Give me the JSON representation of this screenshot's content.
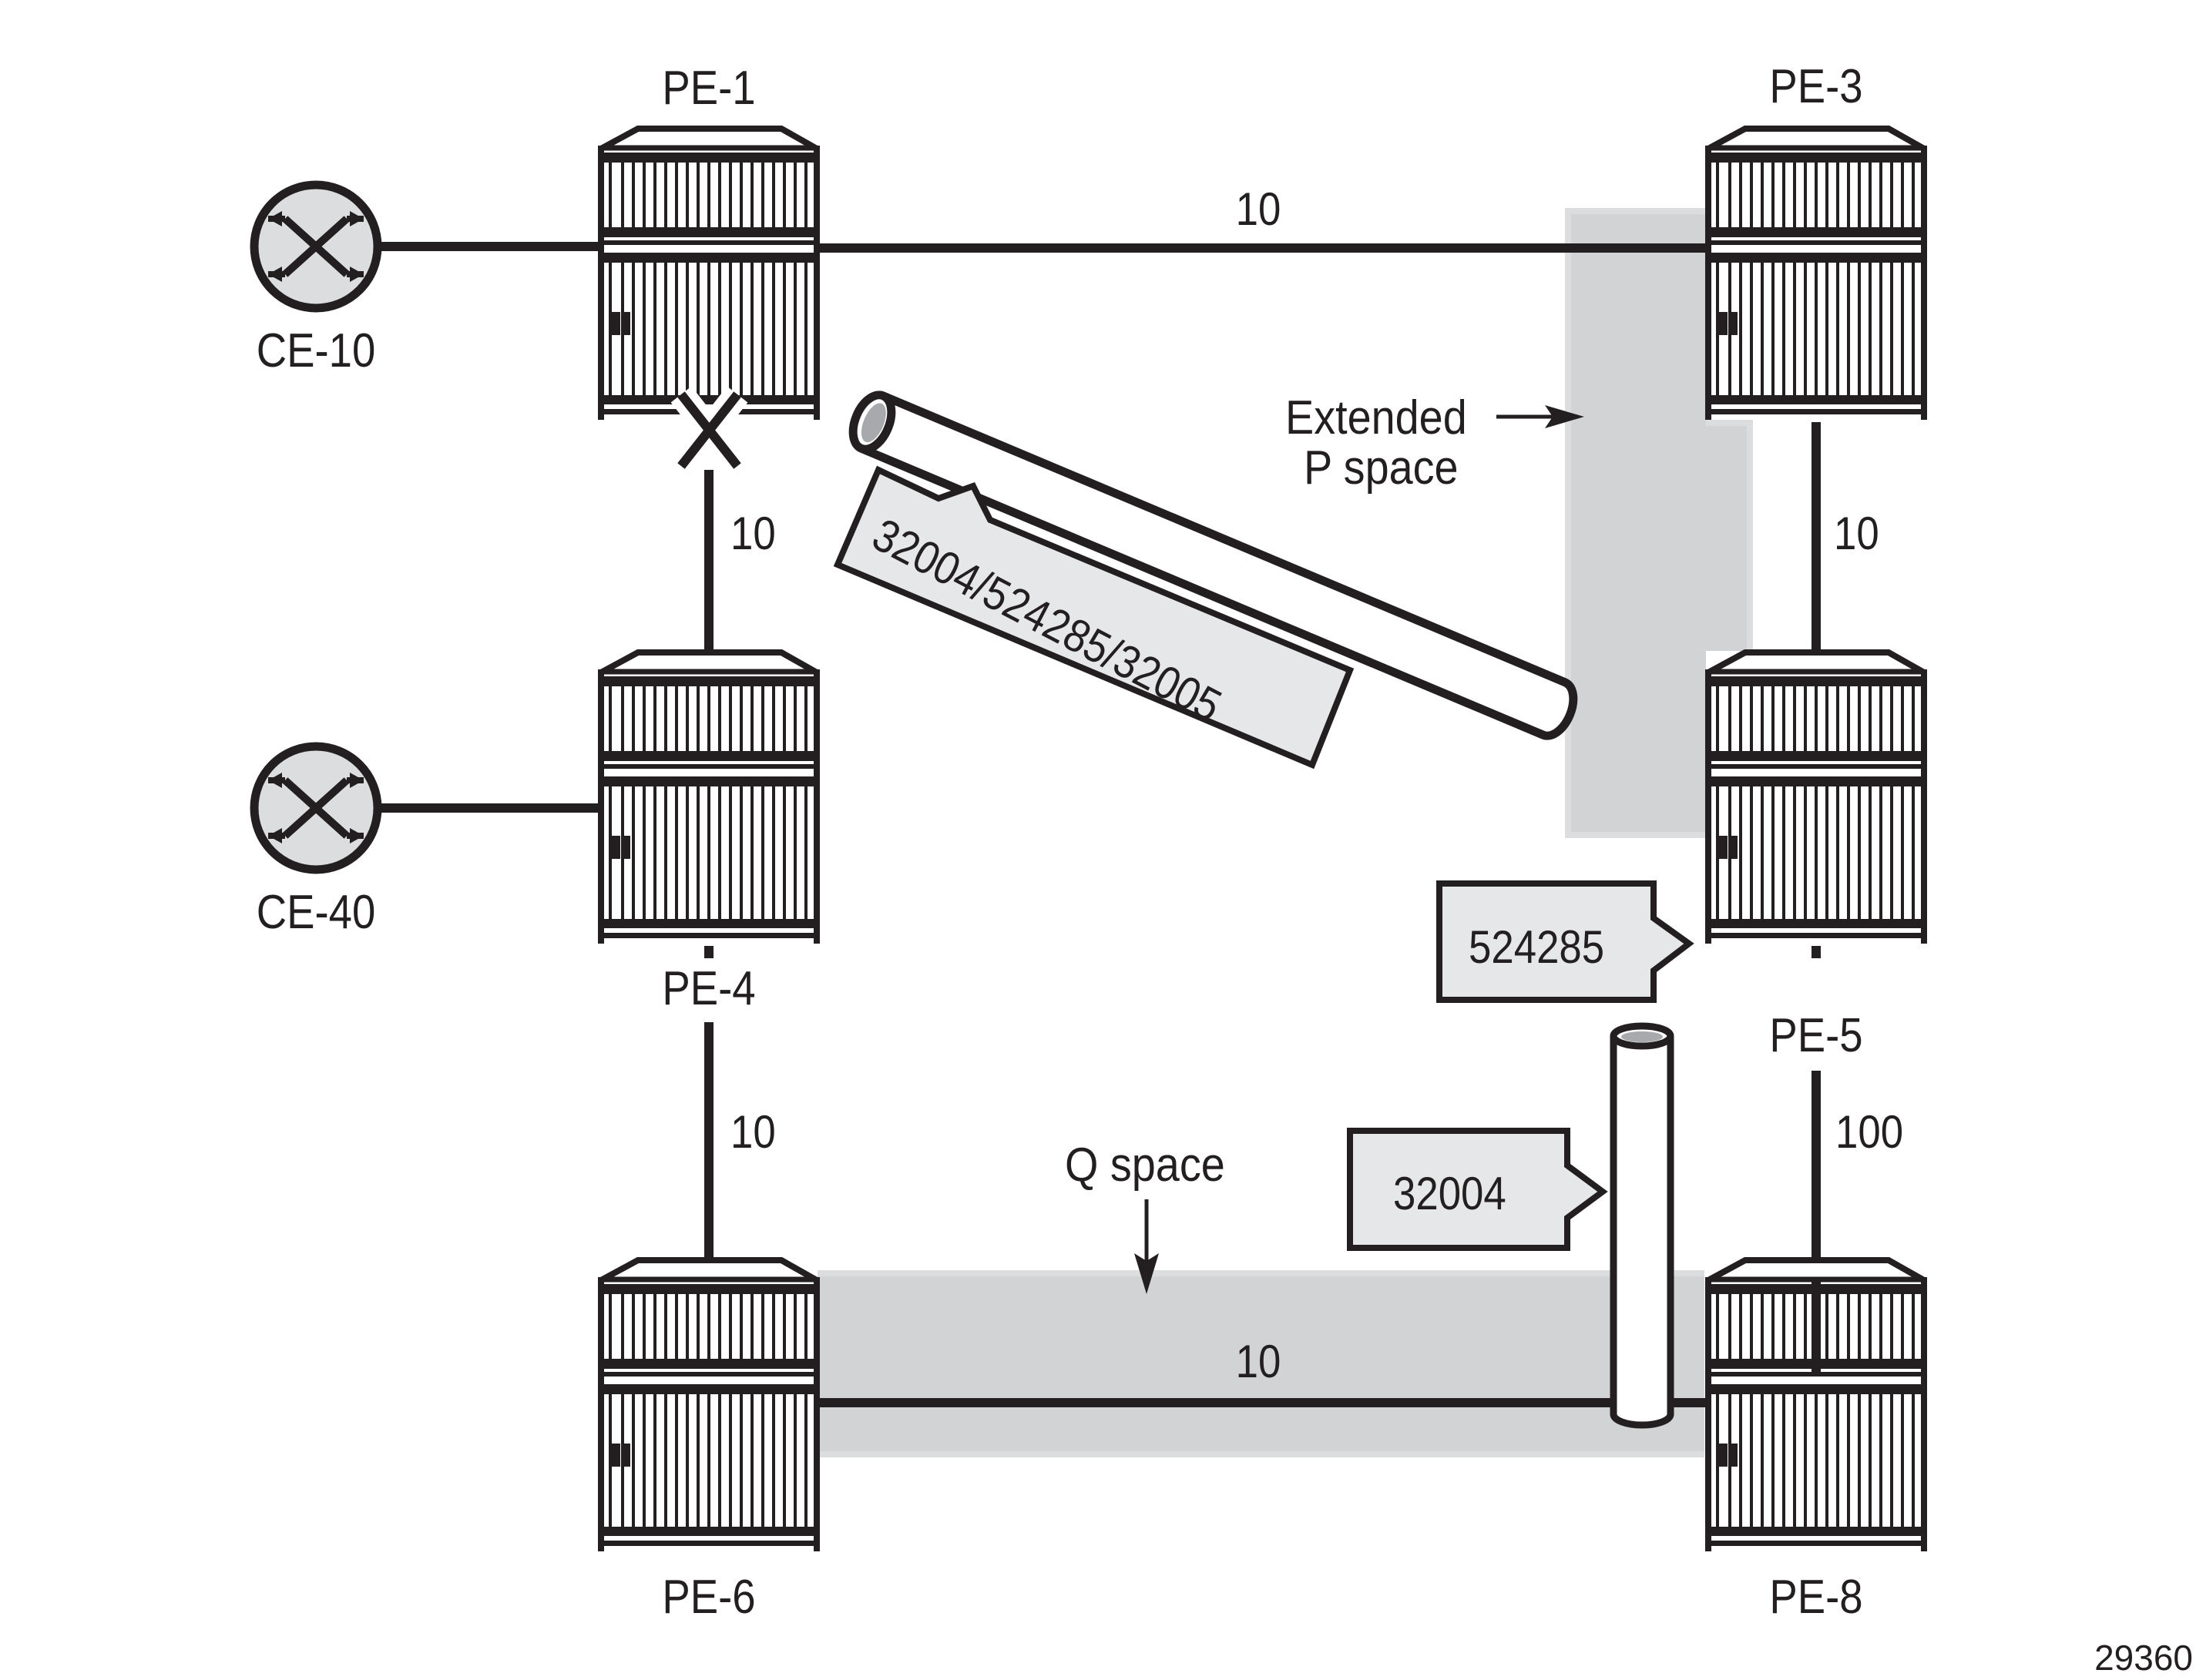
{
  "figure_id": "29360",
  "colors": {
    "ink": "#231f20",
    "area_fill": "#d1d3d4",
    "area_edge": "#dcdddf",
    "callout_fill": "#e6e7e8",
    "ce_fill": "#dcdddf",
    "tube_cap": "#a7a9ac"
  },
  "nodes": [
    {
      "id": "PE-1",
      "label": "PE-1",
      "type": "router"
    },
    {
      "id": "PE-3",
      "label": "PE-3",
      "type": "router"
    },
    {
      "id": "PE-4",
      "label": "PE-4",
      "type": "router"
    },
    {
      "id": "PE-5",
      "label": "PE-5",
      "type": "router"
    },
    {
      "id": "PE-6",
      "label": "PE-6",
      "type": "router"
    },
    {
      "id": "PE-8",
      "label": "PE-8",
      "type": "router"
    },
    {
      "id": "CE-10",
      "label": "CE-10",
      "type": "ce-router"
    },
    {
      "id": "CE-40",
      "label": "CE-40",
      "type": "ce-router"
    }
  ],
  "links": [
    {
      "from": "CE-10",
      "to": "PE-1",
      "metric": ""
    },
    {
      "from": "CE-40",
      "to": "PE-4",
      "metric": ""
    },
    {
      "from": "PE-1",
      "to": "PE-3",
      "metric": "10"
    },
    {
      "from": "PE-1",
      "to": "PE-4",
      "metric": "10",
      "failed": true
    },
    {
      "from": "PE-3",
      "to": "PE-5",
      "metric": "10"
    },
    {
      "from": "PE-4",
      "to": "PE-6",
      "metric": "10"
    },
    {
      "from": "PE-5",
      "to": "PE-8",
      "metric": "100"
    },
    {
      "from": "PE-6",
      "to": "PE-8",
      "metric": "10"
    }
  ],
  "areas": {
    "p_space": {
      "label_line1": "Extended",
      "label_line2": "P space"
    },
    "q_space": {
      "label": "Q space"
    }
  },
  "callouts": {
    "tunnel_label_stack": "32004/524285/32005",
    "pe5_label": "524285",
    "pe8_tunnel_label": "32004"
  },
  "failure_marker": "X"
}
